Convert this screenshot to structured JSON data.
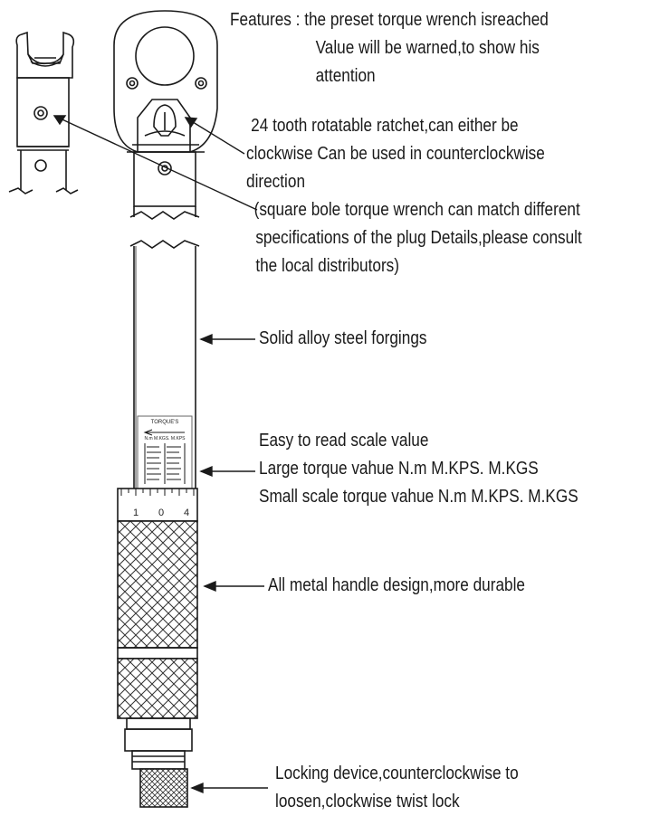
{
  "callouts": {
    "features": {
      "line1": "Features : the preset torque wrench isreached",
      "line2": "Value will be warned,to show his",
      "line3": "attention"
    },
    "ratchet": {
      "line1": "24 tooth rotatable ratchet,can either be",
      "line2": "clockwise Can be used in counterclockwise",
      "line3": "direction",
      "line4": "(square bole torque wrench can match different",
      "line5": "specifications of the plug Details,please consult",
      "line6": "the local distributors)"
    },
    "steel": {
      "line1": "Solid alloy steel forgings"
    },
    "scale": {
      "line1": "Easy to read scale value",
      "line2": "Large torque vahue N.m M.KPS.  M.KGS",
      "line3": "Small scale torque vahue N.m  M.KPS.  M.KGS"
    },
    "handle": {
      "line1": "All metal handle design,more durable"
    },
    "lock": {
      "line1": "Locking device,counterclockwise to",
      "line2": "loosen,clockwise twist lock"
    }
  },
  "scale_marks": {
    "header": "TORQUE'S",
    "subheader": "N.m M.KGS. M.KPS",
    "collar_digits": [
      "1",
      "0",
      "4"
    ]
  }
}
